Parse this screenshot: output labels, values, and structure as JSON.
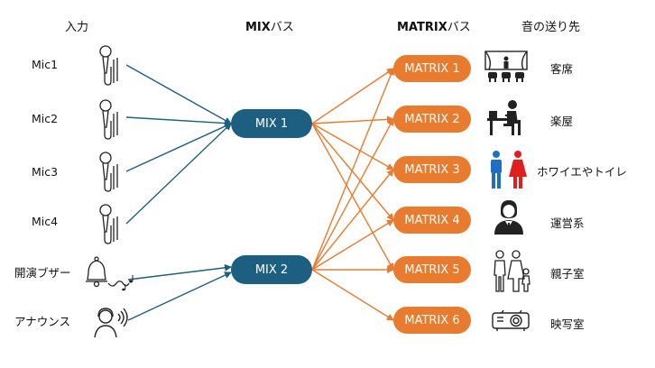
{
  "headers": {
    "input": "入力",
    "mix": "MIX",
    "mix_suffix": "バス",
    "matrix": "MATRIX",
    "matrix_suffix": "バス",
    "dest": "音の送り先"
  },
  "inputs": [
    {
      "label": "Mic1",
      "icon": "microphone-icon"
    },
    {
      "label": "Mic2",
      "icon": "microphone-icon"
    },
    {
      "label": "Mic3",
      "icon": "microphone-icon"
    },
    {
      "label": "Mic4",
      "icon": "microphone-icon"
    },
    {
      "label": "開演ブザー",
      "icon": "bell-icon"
    },
    {
      "label": "アナウンス",
      "icon": "announcer-icon"
    }
  ],
  "mixes": [
    {
      "label": "MIX 1"
    },
    {
      "label": "MIX 2"
    }
  ],
  "matrices": [
    {
      "label": "MATRIX 1"
    },
    {
      "label": "MATRIX 2"
    },
    {
      "label": "MATRIX 3"
    },
    {
      "label": "MATRIX 4"
    },
    {
      "label": "MATRIX 5"
    },
    {
      "label": "MATRIX 6"
    }
  ],
  "destinations": [
    {
      "label": "客席",
      "icon": "audience-seats-icon"
    },
    {
      "label": "楽屋",
      "icon": "dressing-room-icon"
    },
    {
      "label": "ホワイエやトイレ",
      "icon": "restroom-icon"
    },
    {
      "label": "運営系",
      "icon": "staff-icon"
    },
    {
      "label": "親子室",
      "icon": "family-icon"
    },
    {
      "label": "映写室",
      "icon": "projector-icon"
    }
  ],
  "colors": {
    "mix": "#1d5f80",
    "matrix": "#e97b2f",
    "mix_line": "#1d5f80",
    "matrix_line": "#e97b2f"
  }
}
